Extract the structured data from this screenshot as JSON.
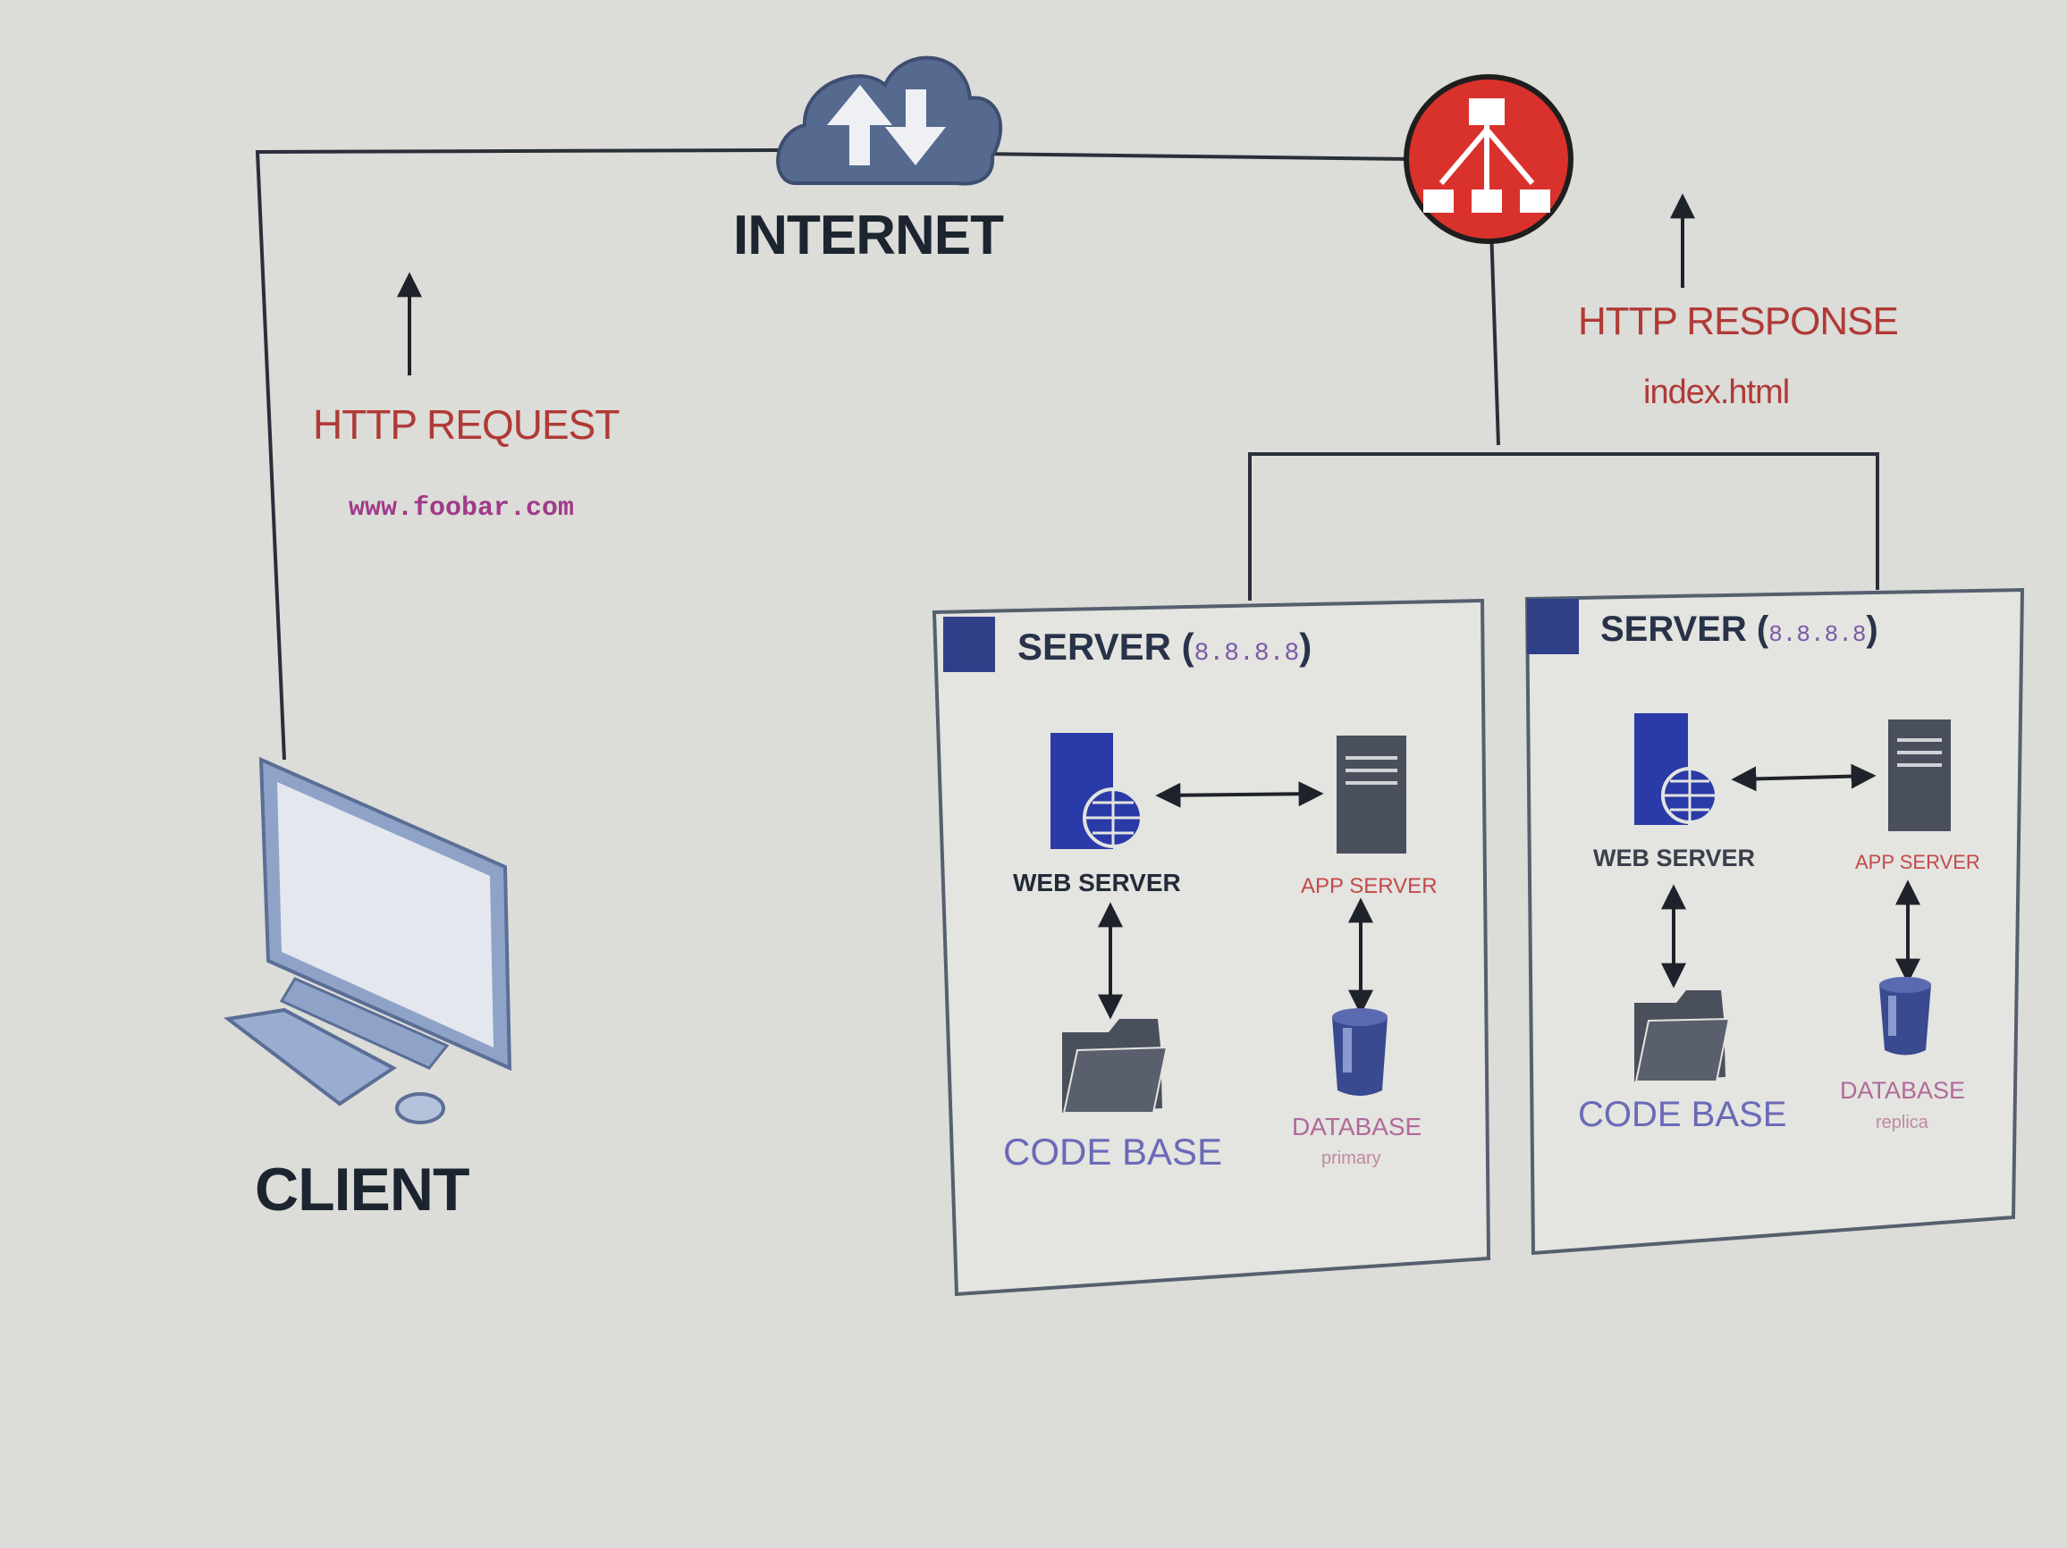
{
  "title": "INTERNET",
  "client": {
    "label": "CLIENT"
  },
  "request": {
    "label": "HTTP REQUEST",
    "url": "www.foobar.com"
  },
  "response": {
    "label": "HTTP RESPONSE",
    "file": "index.html"
  },
  "servers": [
    {
      "title": "SERVER (",
      "ip": "8.8.8.8",
      "close": ")",
      "web_server": "WEB SERVER",
      "app_server": "APP SERVER",
      "code_base": "CODE BASE",
      "database": "DATABASE",
      "db_role": "primary"
    },
    {
      "title": "SERVER (",
      "ip": "8.8.8.8",
      "close": ")",
      "web_server": "WEB SERVER",
      "app_server": "APP SERVER",
      "code_base": "CODE BASE",
      "database": "DATABASE",
      "db_role": "replica"
    }
  ],
  "icons": [
    "cloud-icon",
    "load-balancer-icon",
    "computer-icon",
    "web-server-icon",
    "app-server-icon",
    "folder-icon",
    "database-icon"
  ],
  "colors": {
    "line": "#2a2f3a",
    "cloud": "#56698f",
    "balancer": "#d9312b",
    "server_blue": "#2a3aa8",
    "request_text": "#b03a36"
  }
}
